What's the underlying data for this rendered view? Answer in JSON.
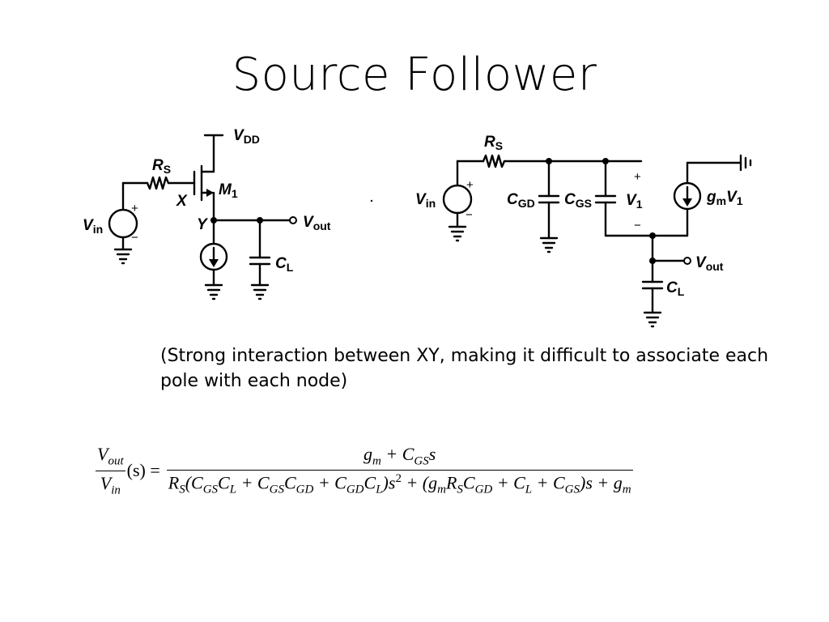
{
  "slide": {
    "title": "Source Follower",
    "caption": "(Strong interaction between XY, making it difficult to associate each pole with each node)"
  },
  "left_circuit": {
    "vdd": "V",
    "vdd_sub": "DD",
    "rs": "R",
    "rs_sub": "S",
    "m1": "M",
    "m1_sub": "1",
    "node_x": "X",
    "node_y": "Y",
    "vin": "V",
    "vin_sub": "in",
    "vout": "V",
    "vout_sub": "out",
    "cl": "C",
    "cl_sub": "L",
    "plus": "+",
    "minus": "−"
  },
  "right_circuit": {
    "rs": "R",
    "rs_sub": "S",
    "vin": "V",
    "vin_sub": "in",
    "cgd": "C",
    "cgd_sub": "GD",
    "cgs": "C",
    "cgs_sub": "GS",
    "v1": "V",
    "v1_sub": "1",
    "gm": "g",
    "gm_sub": "m",
    "gm_v": "V",
    "gm_v_sub": "1",
    "vout": "V",
    "vout_sub": "out",
    "cl": "C",
    "cl_sub": "L",
    "plus": "+",
    "minus": "−"
  },
  "equation": {
    "lhs_num": "V",
    "lhs_num_sub": "out",
    "lhs_den": "V",
    "lhs_den_sub": "in",
    "lhs_arg": "(s) =",
    "num": [
      {
        "t": "g"
      },
      {
        "sub": "m"
      },
      {
        "t": " + C"
      },
      {
        "sub": "GS"
      },
      {
        "t": "s"
      }
    ],
    "den": [
      {
        "t": "R"
      },
      {
        "sub": "S"
      },
      {
        "t": "(C"
      },
      {
        "sub": "GS"
      },
      {
        "t": "C"
      },
      {
        "sub": "L"
      },
      {
        "t": " + C"
      },
      {
        "sub": "GS"
      },
      {
        "t": "C"
      },
      {
        "sub": "GD"
      },
      {
        "t": " + C"
      },
      {
        "sub": "GD"
      },
      {
        "t": "C"
      },
      {
        "sub": "L"
      },
      {
        "t": ")s"
      },
      {
        "sup": "2"
      },
      {
        "t": " + (g"
      },
      {
        "sub": "m"
      },
      {
        "t": "R"
      },
      {
        "sub": "S"
      },
      {
        "t": "C"
      },
      {
        "sub": "GD"
      },
      {
        "t": " + C"
      },
      {
        "sub": "L"
      },
      {
        "t": " + C"
      },
      {
        "sub": "GS"
      },
      {
        "t": ")s + g"
      },
      {
        "sub": "m"
      }
    ]
  }
}
